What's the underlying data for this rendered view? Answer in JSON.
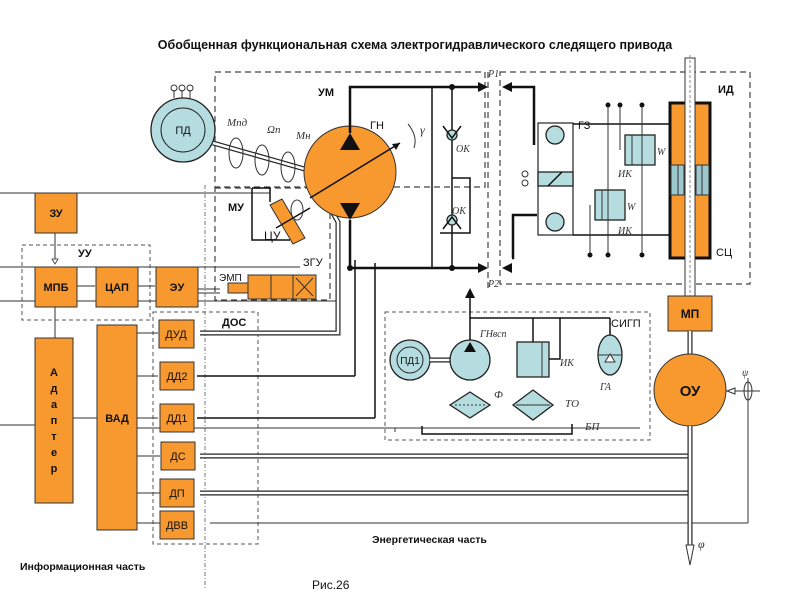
{
  "title": "Обобщенная функциональная схема электрогидравлического следящего привода",
  "caption": "Рис.26",
  "sections": {
    "info": "Информационная часть",
    "energy": "Энергетическая часть"
  },
  "colors": {
    "block": "#f7992f",
    "hydro": "#b5dde0",
    "line": "#111111"
  },
  "blocks": {
    "zu": "ЗУ",
    "mpb": "МПБ",
    "cap": "ЦАП",
    "eu": "ЭУ",
    "vad": "ВАД",
    "adapter": [
      "А",
      "д",
      "а",
      "п",
      "т",
      "е",
      "р"
    ],
    "dud": "ДУД",
    "dd2": "ДД2",
    "dd1": "ДД1",
    "ds": "ДС",
    "dp": "ДП",
    "dvv": "ДВВ",
    "mp": "МП",
    "ou": "ОУ",
    "pd": "ПД",
    "pd1": "ПД1"
  },
  "groups": {
    "uu": "УУ",
    "um": "УМ",
    "mu": "МУ",
    "dos": "ДОС",
    "id": "ИД",
    "sigp": "СИГП"
  },
  "labels": {
    "gn": "ГН",
    "cu": "ЦУ",
    "zgu": "ЗГУ",
    "emp": "ЭМП",
    "gz": "ГЗ",
    "sc": "СЦ",
    "ok1": "ОК",
    "ok2": "ОК",
    "ik1": "ИК",
    "ik2": "ИК",
    "ik3": "ИК",
    "gn_vsp": "ГНвсп",
    "f": "Ф",
    "to": "ТО",
    "ga": "ГА",
    "bp": "БП",
    "m_pd": "Мпд",
    "omega": "Ωп",
    "m_n": "Мн",
    "gamma": "γ",
    "p1": "P1",
    "p2": "P2",
    "phi": "φ",
    "w": "W",
    "psi": "ψ"
  }
}
